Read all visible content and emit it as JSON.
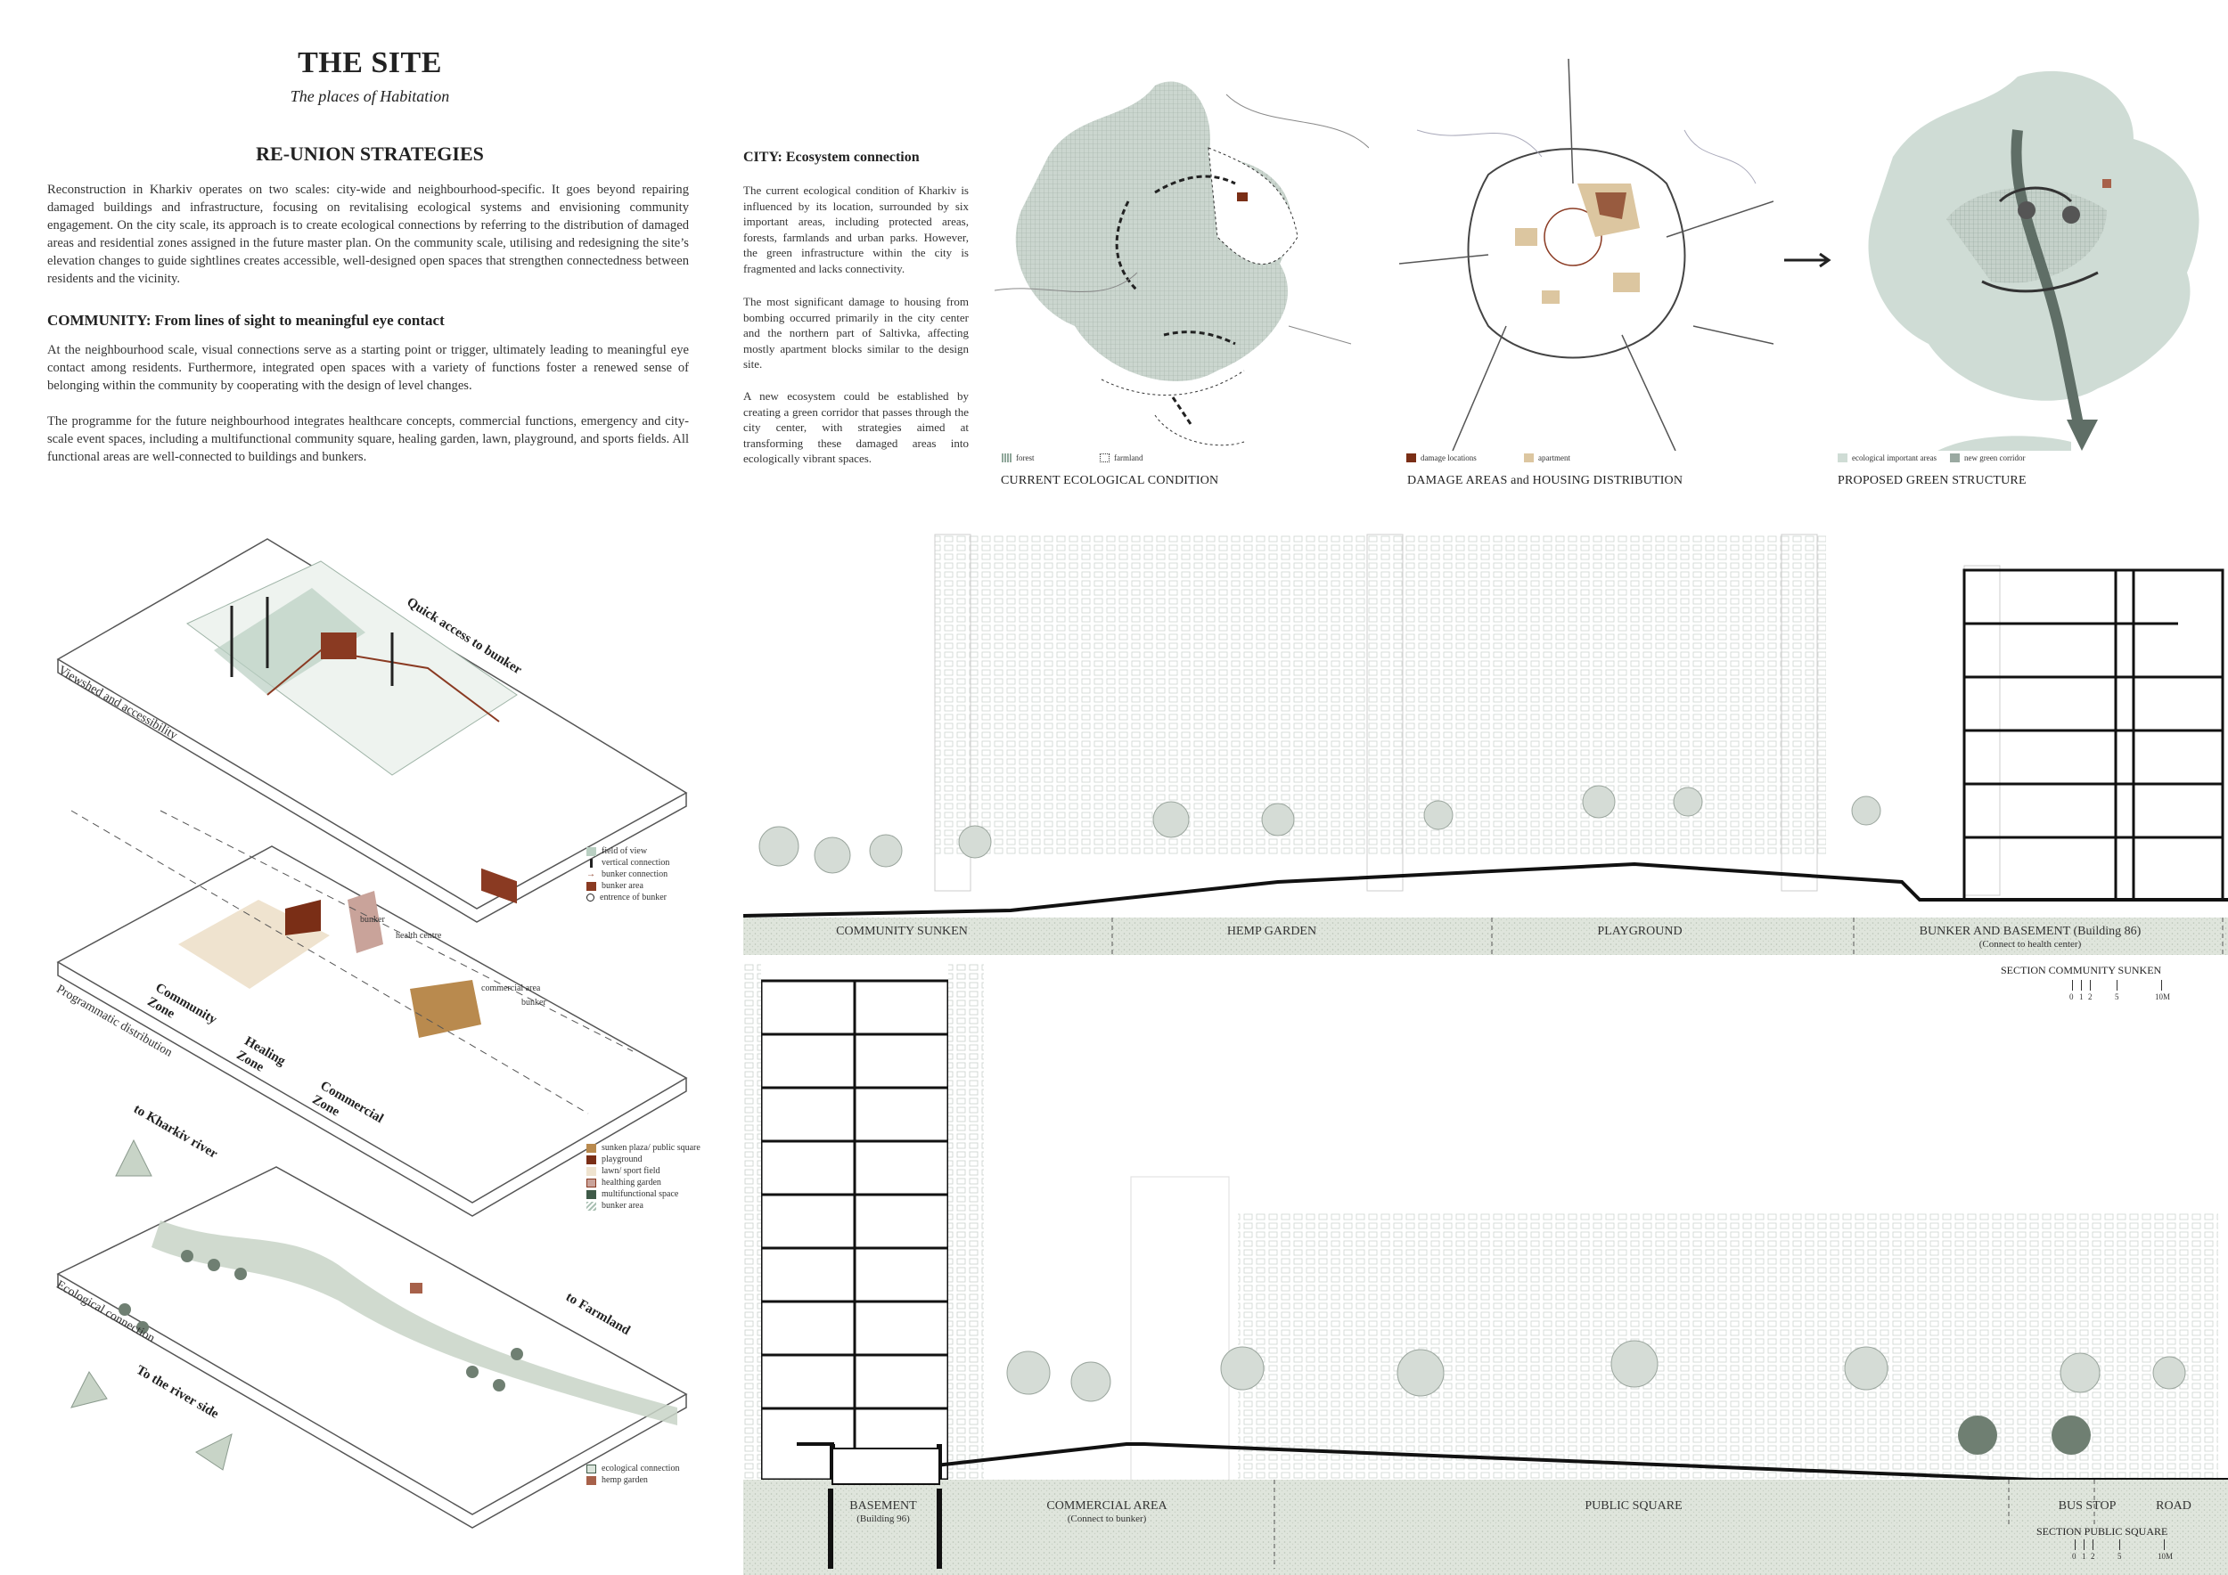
{
  "header": {
    "title": "THE SITE",
    "subtitle": "The places of Habitation"
  },
  "strategies": {
    "heading": "RE-UNION STRATEGIES",
    "intro": "Reconstruction in Kharkiv operates on two scales: city-wide and neighbourhood-specific. It goes beyond repairing damaged buildings and infrastructure, focusing on revitalising ecological systems and envisioning community engagement. On the city scale, its approach is to create ecological connections by referring to the distribution of damaged areas and residential zones assigned in the future master plan. On the community scale, utilising and redesigning the site’s elevation changes to guide sightlines creates accessible, well-designed open spaces that strengthen connectedness between residents and the vicinity.",
    "community_heading": "COMMUNITY: From lines of sight to meaningful eye contact",
    "community_p1": "At the neighbourhood scale, visual connections serve as a starting point or trigger, ultimately leading to meaningful eye contact among residents. Furthermore, integrated open spaces with a variety of functions foster a renewed sense of belonging within the community by cooperating with the design of level changes.",
    "community_p2": "The programme for the future neighbourhood integrates healthcare concepts, commercial functions, emergency and city-scale event spaces, including a multifunctional community square, healing garden, lawn, playground, and sports fields. All functional areas are well-connected to buildings and bunkers."
  },
  "city": {
    "heading": "CITY: Ecosystem connection",
    "p1": "The current ecological condition of Kharkiv is influenced by its location, surrounded by six important areas, including protected areas, forests, farmlands and urban parks. However, the green infrastructure within the city is fragmented and lacks connectivity.",
    "p2": "The most significant damage to housing from bombing occurred primarily in the city center and the northern part of Saltivka, affecting mostly apartment blocks similar to the design site.",
    "p3": "A new ecosystem could be established by creating a green corridor that passes through the city center, with strategies aimed at transforming these damaged areas into ecologically vibrant spaces."
  },
  "maps": [
    {
      "caption": "CURRENT ECOLOGICAL CONDITION",
      "legend": [
        {
          "label": "forest",
          "color": "#8fa79a"
        },
        {
          "label": "farmland",
          "color": "#555555"
        }
      ]
    },
    {
      "caption": "DAMAGE AREAS and HOUSING DISTRIBUTION",
      "legend": [
        {
          "label": "damage locations",
          "color": "#7a2e16"
        },
        {
          "label": "apartment",
          "color": "#dcc6a0"
        }
      ]
    },
    {
      "caption": "PROPOSED GREEN STRUCTURE",
      "legend": [
        {
          "label": "ecological important areas",
          "color": "#cfdcd5"
        },
        {
          "label": "new green corridor",
          "color": "#9aa9a1"
        }
      ]
    }
  ],
  "axo": [
    {
      "side_label": "Viewshed and accessibility",
      "annotations": [
        "Quick access to bunker"
      ],
      "legend": [
        {
          "label": "field of view",
          "color": "#b9cfc2"
        },
        {
          "label": "vertical connection",
          "color": "#222222"
        },
        {
          "label": "bunker connection",
          "color": "#8a3a22"
        },
        {
          "label": "bunker area",
          "color": "#8a3a22"
        },
        {
          "label": "entrence of bunker",
          "color": "#ffffff"
        }
      ]
    },
    {
      "side_label": "Programmatic distribution",
      "annotations": [
        "bunker",
        "health centre",
        "commercial area",
        "bunker",
        "Community Zone",
        "Healing Zone",
        "Commercial Zone"
      ],
      "legend": [
        {
          "label": "sunken plaza/ public square",
          "color": "#b98a4e"
        },
        {
          "label": "playground",
          "color": "#7a2e16"
        },
        {
          "label": "lawn/ sport field",
          "color": "#efe3cf"
        },
        {
          "label": "healthing garden",
          "color": "#c9a39a"
        },
        {
          "label": "multifunctional space",
          "color": "#3f5a48"
        },
        {
          "label": "bunker area",
          "color": "#a8bfb2"
        }
      ]
    },
    {
      "side_label": "Ecological connection",
      "annotations": [
        "to Kharkiv river",
        "to Farmland",
        "To the river side"
      ],
      "legend": [
        {
          "label": "ecological connection",
          "color": "#dbe5dc"
        },
        {
          "label": "hemp garden",
          "color": "#a7614a"
        }
      ]
    }
  ],
  "sections": [
    {
      "title": "SECTION COMMUNITY SUNKEN",
      "zones": [
        {
          "label": "COMMUNITY SUNKEN",
          "sub": ""
        },
        {
          "label": "HEMP GARDEN",
          "sub": ""
        },
        {
          "label": "PLAYGROUND",
          "sub": ""
        },
        {
          "label": "BUNKER AND BASEMENT  (Building 86)",
          "sub": "(Connect to health center)"
        }
      ],
      "scale": [
        "0",
        "1",
        "2",
        "5",
        "10M"
      ]
    },
    {
      "title": "SECTION PUBLIC SQUARE",
      "zones": [
        {
          "label": "BASEMENT",
          "sub": "(Building 96)"
        },
        {
          "label": "COMMERCIAL AREA",
          "sub": "(Connect to bunker)"
        },
        {
          "label": "PUBLIC SQUARE",
          "sub": ""
        },
        {
          "label": "BUS STOP",
          "sub": ""
        },
        {
          "label": "ROAD",
          "sub": ""
        }
      ],
      "scale": [
        "0",
        "1",
        "2",
        "5",
        "10M"
      ]
    }
  ]
}
